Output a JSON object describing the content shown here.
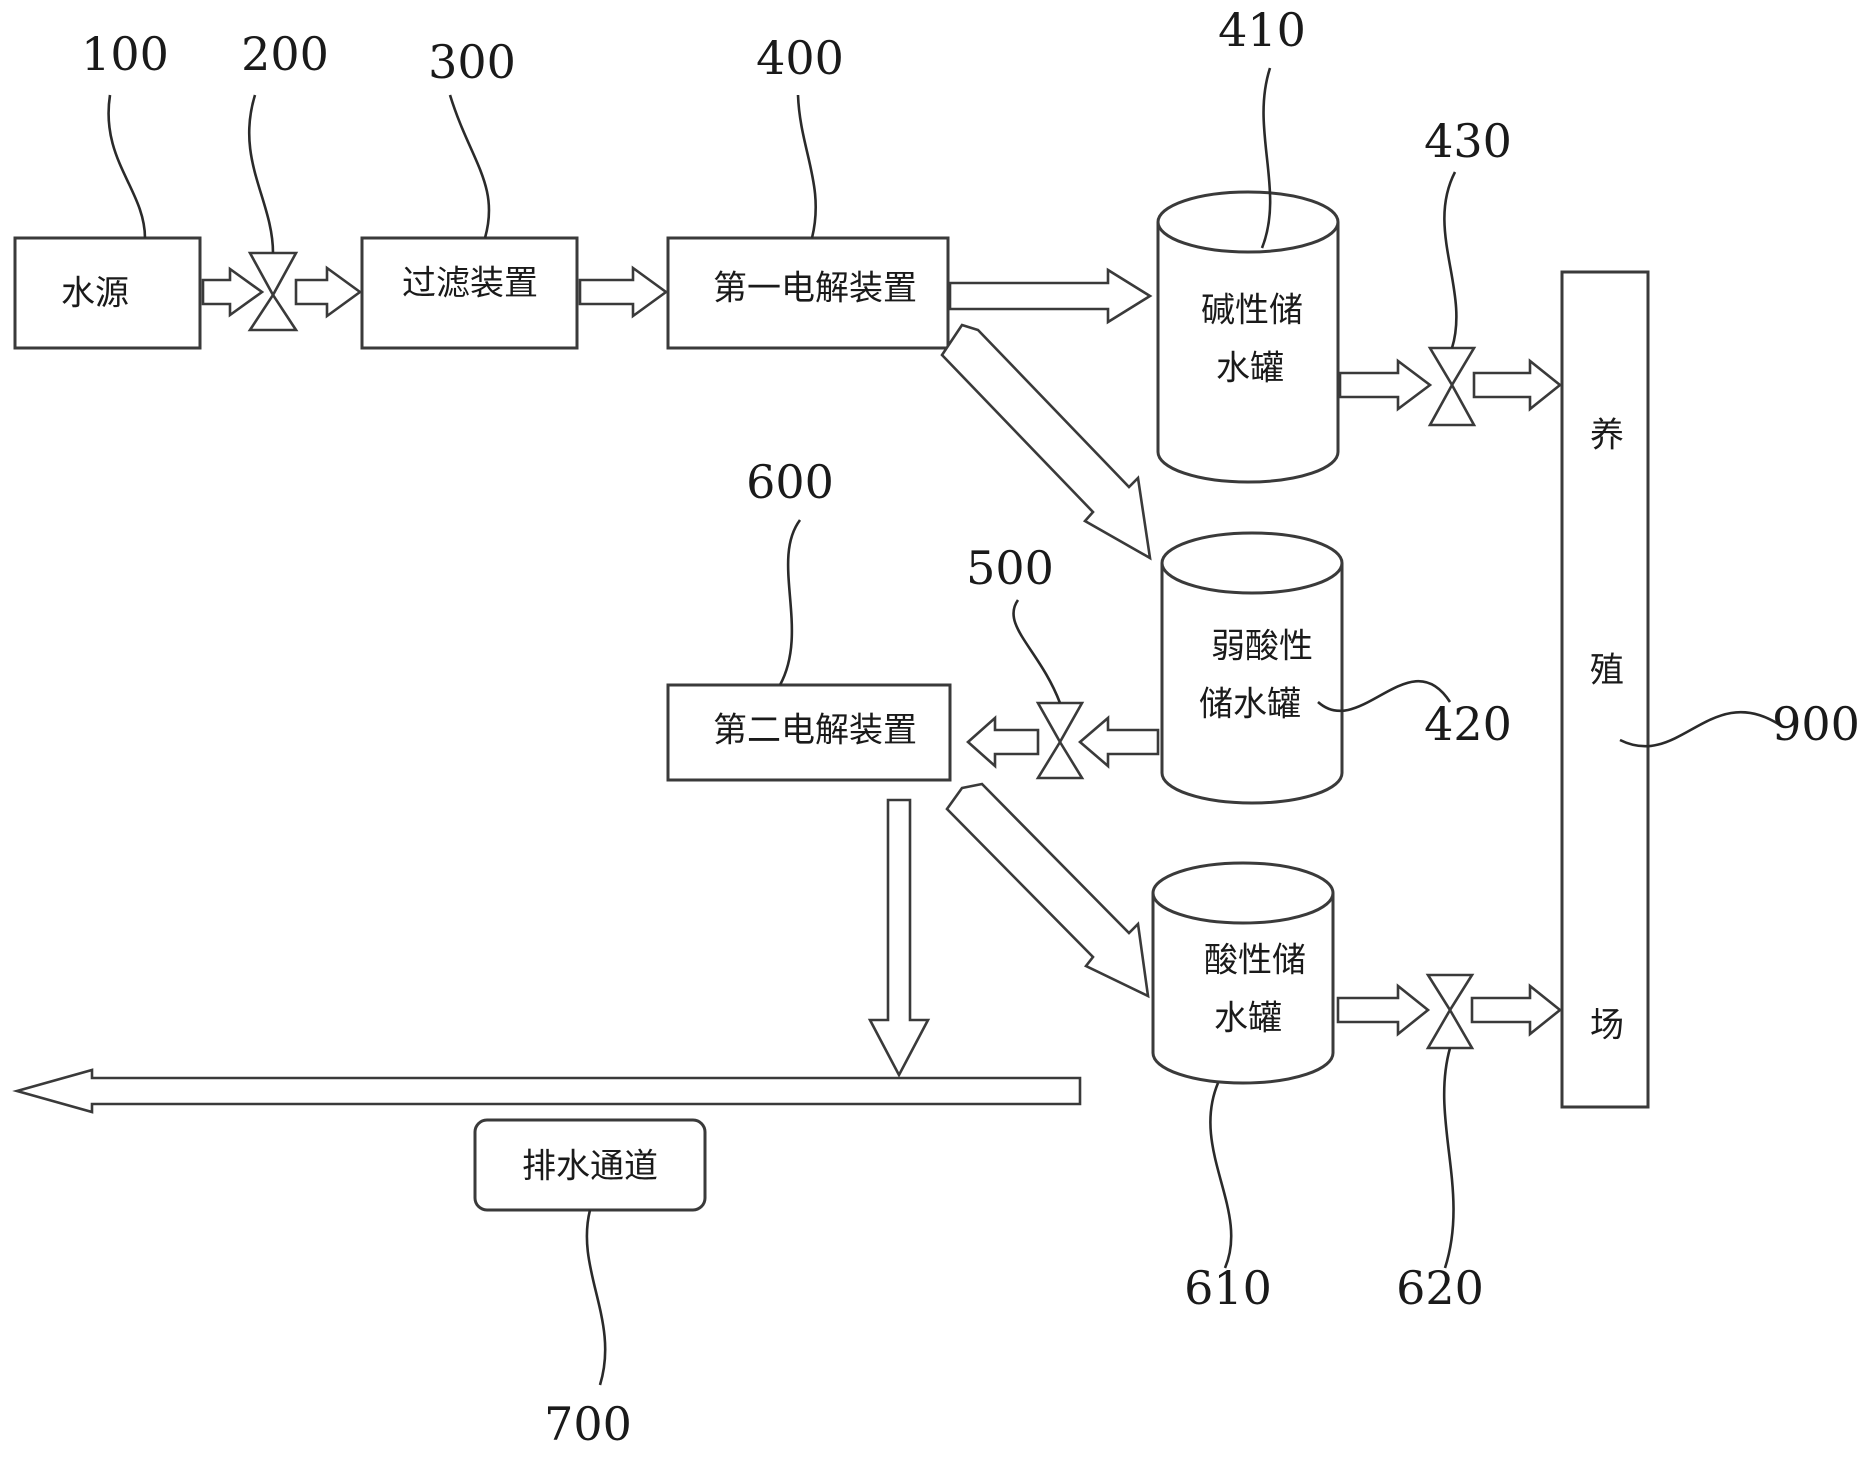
{
  "components": {
    "water_source": {
      "ref": "100",
      "label": "水源"
    },
    "valve_200": {
      "ref": "200"
    },
    "filter": {
      "ref": "300",
      "label": "过滤装置"
    },
    "electrolyzer_1": {
      "ref": "400",
      "label": "第一电解装置"
    },
    "alkaline_tank": {
      "ref": "410",
      "label_line1": "碱性储",
      "label_line2": "水罐"
    },
    "weak_acid_tank": {
      "ref": "420",
      "label_line1": "弱酸性",
      "label_line2": "储水罐"
    },
    "valve_430": {
      "ref": "430"
    },
    "valve_500": {
      "ref": "500"
    },
    "electrolyzer_2": {
      "ref": "600",
      "label": "第二电解装置"
    },
    "acidic_tank": {
      "ref": "610",
      "label_line1": "酸性储",
      "label_line2": "水罐"
    },
    "valve_620": {
      "ref": "620"
    },
    "drain": {
      "ref": "700",
      "label": "排水通道"
    },
    "farm": {
      "ref": "900",
      "char1": "养",
      "char2": "殖",
      "char3": "场"
    }
  }
}
